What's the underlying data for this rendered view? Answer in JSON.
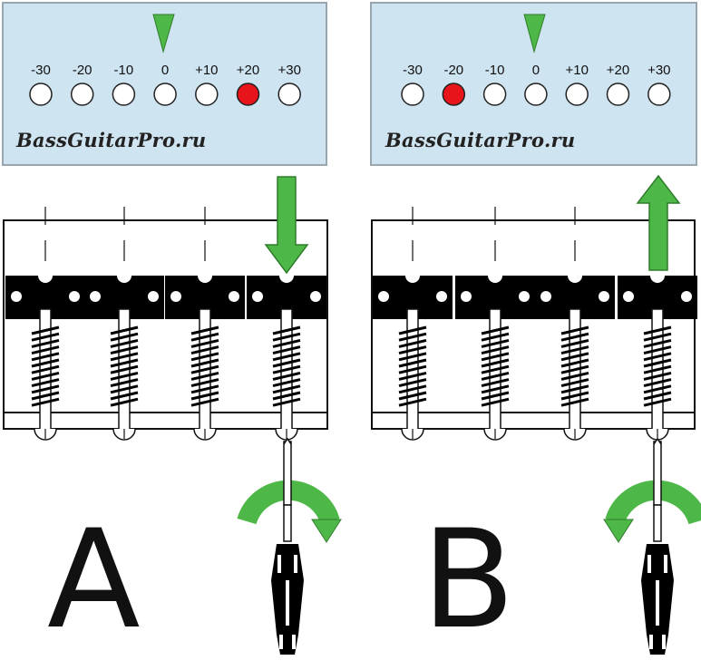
{
  "colors": {
    "panel_fill": "#cfe4f1",
    "panel_border": "#9aa6ae",
    "indicator_green": "#4db848",
    "led_off": "#ffffff",
    "led_on": "#e8141c",
    "saddle": "#000000"
  },
  "scale_labels": [
    "-30",
    "-20",
    "-10",
    "0",
    "+10",
    "+20",
    "+30"
  ],
  "panels": [
    {
      "id": "A",
      "letter": "A",
      "brand": "BassGuitarPro.ru",
      "active_index": 5,
      "arrow_direction": "down",
      "turn_direction": "clockwise",
      "saddle_raised": false
    },
    {
      "id": "B",
      "letter": "B",
      "brand": "BassGuitarPro.ru",
      "active_index": 1,
      "arrow_direction": "up",
      "turn_direction": "counterclockwise",
      "saddle_raised": false
    }
  ],
  "icons": {
    "pointer": "triangle-pointer-icon",
    "arrow_down": "arrow-down-icon",
    "arrow_up": "arrow-up-icon",
    "rotate_cw": "rotate-clockwise-icon",
    "rotate_ccw": "rotate-counterclockwise-icon",
    "screwdriver": "screwdriver-icon"
  }
}
